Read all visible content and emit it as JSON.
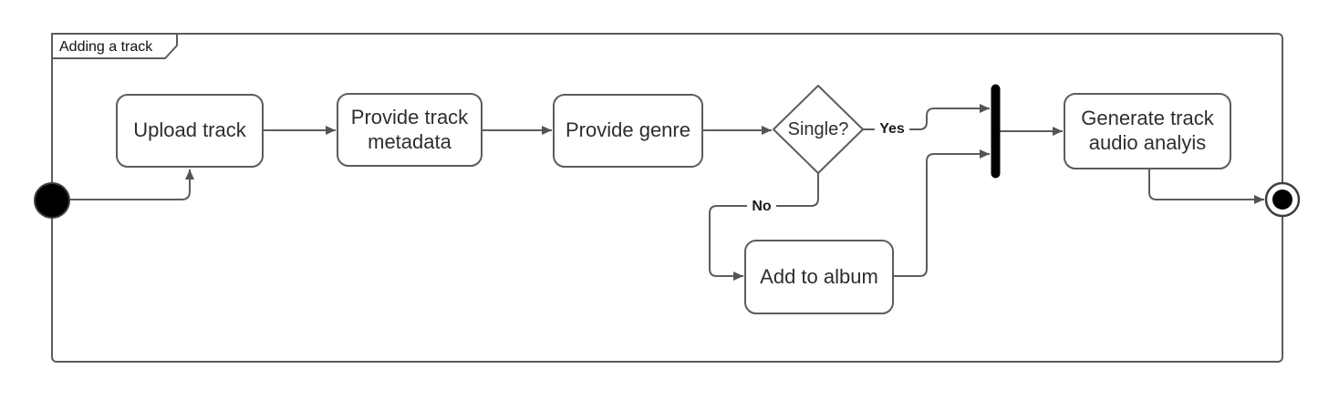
{
  "diagram": {
    "frame_title": "Adding a track",
    "nodes": {
      "upload_track": {
        "label": "Upload track"
      },
      "provide_metadata": {
        "label": "Provide track metadata"
      },
      "provide_genre": {
        "label": "Provide genre"
      },
      "single_decision": {
        "label": "Single?"
      },
      "add_to_album": {
        "label": "Add to album"
      },
      "generate_analysis": {
        "label": "Generate track audio analyis"
      }
    },
    "edge_labels": {
      "yes": "Yes",
      "no": "No"
    },
    "colors": {
      "stroke": "#5c5c5c",
      "arrow": "#545454",
      "text": "#2e2e2e",
      "edge_label_text": "#1c1c1c",
      "node_fill": "#ffffff",
      "bar_fill": "#000000",
      "canvas": "#ffffff"
    }
  }
}
